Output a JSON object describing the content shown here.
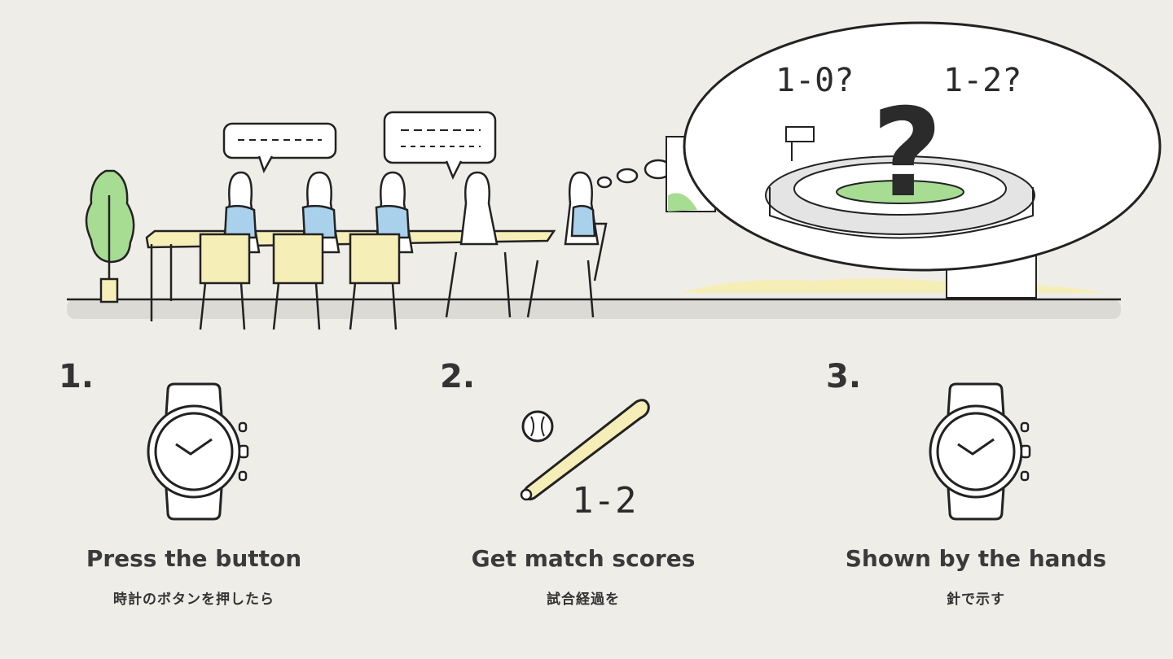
{
  "scene": {
    "thought_scores": [
      "1-0?",
      "1-2?"
    ]
  },
  "steps": [
    {
      "number": "1.",
      "title": "Press the button",
      "subtitle": "時計のボタンを押したら",
      "icon": "watch-icon"
    },
    {
      "number": "2.",
      "title": "Get match scores",
      "subtitle": "試合経過を",
      "icon": "baseball-bat-icon",
      "score": "1-2"
    },
    {
      "number": "3.",
      "title": "Shown by the hands",
      "subtitle": "針で示す",
      "icon": "watch-icon"
    }
  ],
  "colors": {
    "background": "#efede8",
    "accent_blue": "#a9d1ec",
    "accent_yellow": "#f6eeb7",
    "accent_green": "#a7dc93",
    "ground": "#dcdad5"
  }
}
